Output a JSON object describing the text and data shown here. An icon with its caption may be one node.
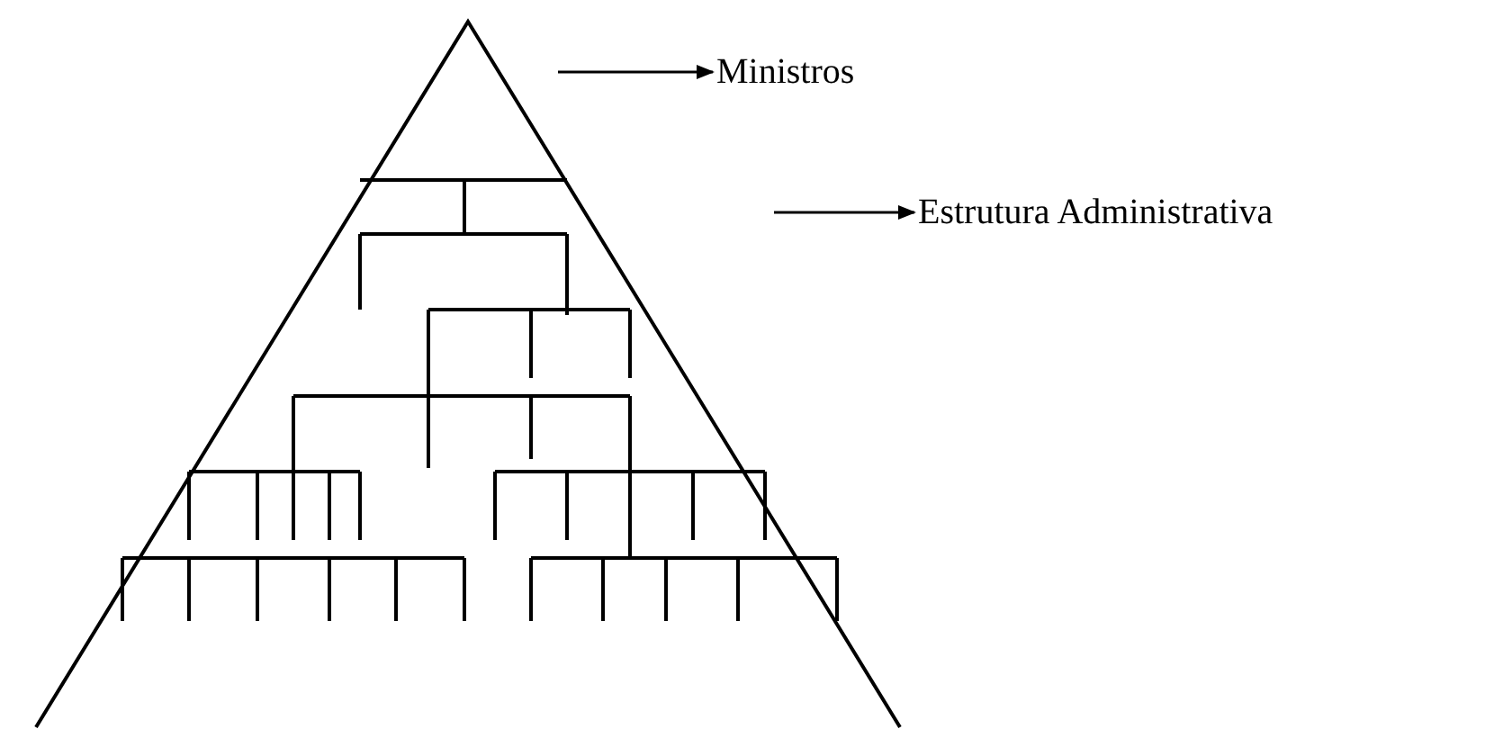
{
  "diagram": {
    "nodes": [
      {
        "text": [
          "Ministros"
        ]
      },
      {
        "text": [
          "Estrutura Administrativa"
        ]
      }
    ],
    "edges": [
      {
        "from": null,
        "to": 0,
        "arrow": "to"
      },
      {
        "from": null,
        "to": 1,
        "arrow": "to"
      }
    ]
  }
}
